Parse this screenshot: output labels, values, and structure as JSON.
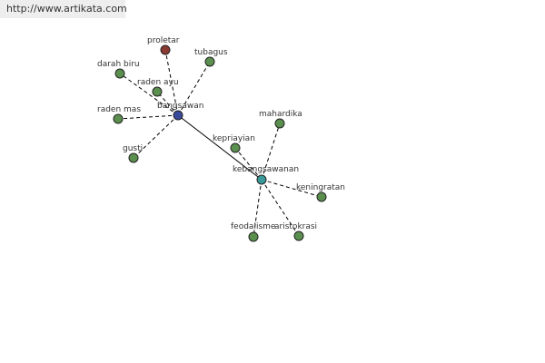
{
  "watermark": "http://www.artikata.com",
  "colors": {
    "leaf": "#5a8f4e",
    "hub_bangsawan": "#3a4a9a",
    "hub_kebangsawanan": "#3a9a9a",
    "proletar": "#8b3a32"
  },
  "nodes": [
    {
      "id": "bangsawan",
      "label": "bangsawan",
      "color": "hub_bangsawan"
    },
    {
      "id": "kebangsawanan",
      "label": "kebangsawanan",
      "color": "hub_kebangsawanan"
    },
    {
      "id": "proletar",
      "label": "proletar",
      "color": "proletar"
    },
    {
      "id": "tubagus",
      "label": "tubagus",
      "color": "leaf"
    },
    {
      "id": "darah-biru",
      "label": "darah biru",
      "color": "leaf"
    },
    {
      "id": "raden-ayu",
      "label": "raden ayu",
      "color": "leaf"
    },
    {
      "id": "raden-mas",
      "label": "raden mas",
      "color": "leaf"
    },
    {
      "id": "gusti",
      "label": "gusti",
      "color": "leaf"
    },
    {
      "id": "mahardika",
      "label": "mahardika",
      "color": "leaf"
    },
    {
      "id": "kepriayian",
      "label": "kepriayian",
      "color": "leaf"
    },
    {
      "id": "keningratan",
      "label": "keningratan",
      "color": "leaf"
    },
    {
      "id": "feodalisme",
      "label": "feodalisme",
      "color": "leaf"
    },
    {
      "id": "aristokrasi",
      "label": "aristokrasi",
      "color": "leaf"
    }
  ],
  "edges": [
    {
      "from": "bangsawan",
      "to": "kebangsawanan",
      "style": "solid"
    },
    {
      "from": "bangsawan",
      "to": "proletar",
      "style": "dashed"
    },
    {
      "from": "bangsawan",
      "to": "tubagus",
      "style": "dashed"
    },
    {
      "from": "bangsawan",
      "to": "darah-biru",
      "style": "dashed"
    },
    {
      "from": "bangsawan",
      "to": "raden-ayu",
      "style": "dashed"
    },
    {
      "from": "bangsawan",
      "to": "raden-mas",
      "style": "dashed"
    },
    {
      "from": "bangsawan",
      "to": "gusti",
      "style": "dashed"
    },
    {
      "from": "kebangsawanan",
      "to": "mahardika",
      "style": "dashed"
    },
    {
      "from": "kebangsawanan",
      "to": "kepriayian",
      "style": "dashed"
    },
    {
      "from": "kebangsawanan",
      "to": "keningratan",
      "style": "dashed"
    },
    {
      "from": "kebangsawanan",
      "to": "feodalisme",
      "style": "dashed"
    },
    {
      "from": "kebangsawanan",
      "to": "aristokrasi",
      "style": "dashed"
    }
  ]
}
